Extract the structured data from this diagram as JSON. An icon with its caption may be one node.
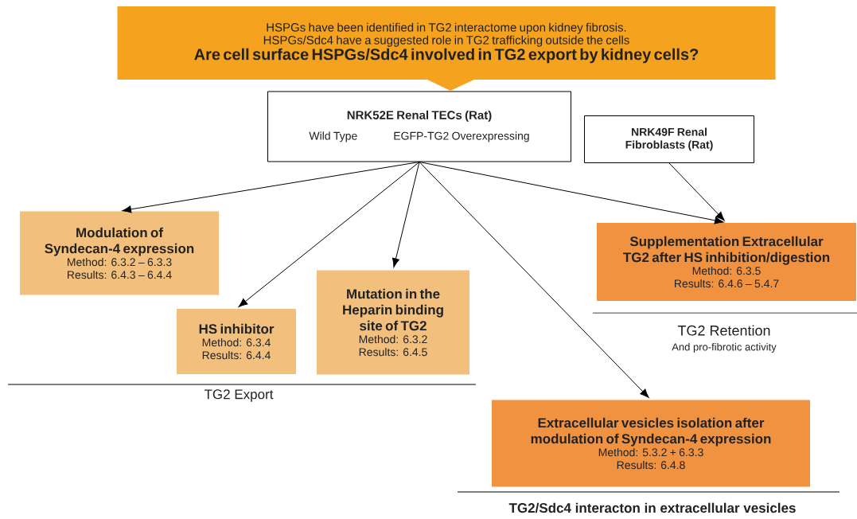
{
  "diagram": {
    "nodes": [
      {
        "text": [
          "HSPGs have been identified in TG2 interactome upon kidney fibrosis.",
          "HSPGs/Sdc4 have a suggested role in TG2 trafficking outside the cells",
          "Are cell surface HSPGs/Sdc4 involved in TG2 export by kidney cells?"
        ]
      },
      {
        "text": [
          "NRK52E Renal TECs (Rat)",
          "Wild Type",
          "EGFP-TG2 Overexpressing"
        ]
      },
      {
        "text": [
          "NRK49F Renal Fibroblasts (Rat)"
        ]
      },
      {
        "text": [
          "Modulation of Syndecan-4 expression",
          "Method: 6.3.2 – 6.3.3",
          "Results: 6.4.3 – 6.4.4"
        ]
      },
      {
        "text": [
          "HS inhibitor",
          "Method: 6.3.4",
          "Results: 6.4.4"
        ]
      },
      {
        "text": [
          "Mutation in the Heparin binding site of TG2",
          "Method: 6.3.2",
          "Results: 6.4.5"
        ]
      },
      {
        "text": [
          "Supplementation Extracellular TG2 after HS inhibition/digestion",
          "Method: 6.3.5",
          "Results: 6.4.6 – 5.4.7"
        ]
      },
      {
        "text": [
          "Extracellular vesicles isolation after modulation of Syndecan-4 expression",
          "Method: 5.3.2 + 6.3.3",
          "Results: 6.4.8"
        ]
      }
    ],
    "edges": [
      {
        "from": 1,
        "to": 3,
        "arrow": "to"
      },
      {
        "from": 1,
        "to": 4,
        "arrow": "to"
      },
      {
        "from": 1,
        "to": 5,
        "arrow": "to"
      },
      {
        "from": 1,
        "to": 7,
        "arrow": "to"
      },
      {
        "from": 1,
        "to": 6,
        "arrow": "to"
      },
      {
        "from": 2,
        "to": 6,
        "arrow": "to"
      }
    ],
    "labels": [
      "TG2 Retention",
      "And pro-fibrotic activity",
      "TG2 Export",
      "TG2/Sdc4 interacton in extracellular vesicles"
    ]
  }
}
